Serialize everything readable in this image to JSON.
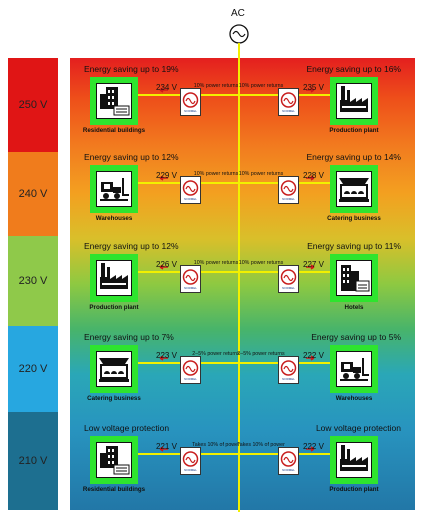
{
  "header": {
    "source_label": "AC"
  },
  "scale": [
    {
      "label": "250 V",
      "color": "#e01515"
    },
    {
      "label": "240 V",
      "color": "#f07c1c"
    },
    {
      "label": "230 V",
      "color": "#8fc94a"
    },
    {
      "label": "220 V",
      "color": "#27a7e0"
    },
    {
      "label": "210 V",
      "color": "#1d6f90"
    }
  ],
  "regulator_brand": "NORMEL",
  "rows": [
    {
      "left": {
        "saving": "Energy saving up to 19%",
        "voltage": "234 V",
        "name": "Residential buildings",
        "icon": "residential-icon"
      },
      "right": {
        "saving": "Energy saving up to 16%",
        "voltage": "235 V",
        "name": "Production plant",
        "icon": "factory-icon"
      },
      "note_left": "10% power returns",
      "note_right": "10% power returns"
    },
    {
      "left": {
        "saving": "Energy saving up to 12%",
        "voltage": "229 V",
        "name": "Warehouses",
        "icon": "forklift-icon"
      },
      "right": {
        "saving": "Energy saving up to 14%",
        "voltage": "228 V",
        "name": "Catering business",
        "icon": "catering-icon"
      },
      "note_left": "10% power returns",
      "note_right": "10% power returns"
    },
    {
      "left": {
        "saving": "Energy saving up to 12%",
        "voltage": "226 V",
        "name": "Production plant",
        "icon": "factory-icon"
      },
      "right": {
        "saving": "Energy saving up to 11%",
        "voltage": "227 V",
        "name": "Hotels",
        "icon": "hotel-icon"
      },
      "note_left": "10% power returns",
      "note_right": "10% power returns"
    },
    {
      "left": {
        "saving": "Energy saving up to 7%",
        "voltage": "223 V",
        "name": "Catering business",
        "icon": "catering-icon"
      },
      "right": {
        "saving": "Energy saving up to 5%",
        "voltage": "222 V",
        "name": "Warehouses",
        "icon": "forklift-icon"
      },
      "note_left": "2–5% power returns",
      "note_right": "2–5% power returns"
    },
    {
      "left": {
        "saving": "Low voltage protection",
        "voltage": "221 V",
        "name": "Residential buildings",
        "icon": "residential-icon"
      },
      "right": {
        "saving": "Low voltage protection",
        "voltage": "222 V",
        "name": "Production plant",
        "icon": "factory-icon"
      },
      "note_left": "Takes 10% of power",
      "note_right": "Takes 10% of power"
    }
  ]
}
